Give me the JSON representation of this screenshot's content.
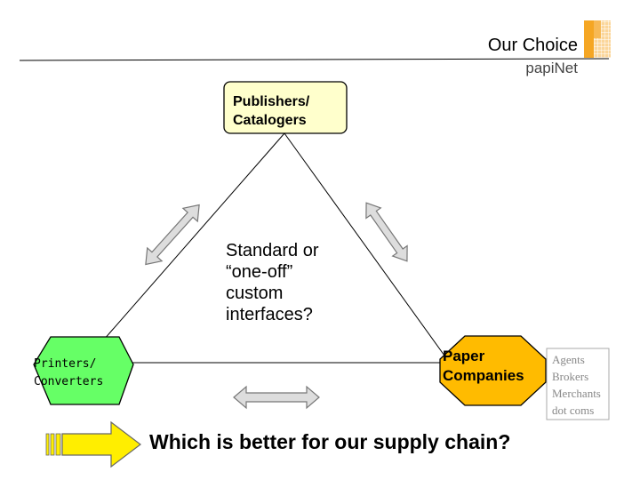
{
  "header": {
    "title": "Our Choice",
    "brand": "papiNet"
  },
  "nodes": {
    "publishers": {
      "lines": [
        "Publishers/",
        "Catalogers"
      ]
    },
    "printers": {
      "lines": [
        "Printers/",
        "Converters"
      ]
    },
    "paper": {
      "lines": [
        "Paper",
        "Companies"
      ]
    },
    "others": {
      "lines": [
        "Agents",
        "Brokers",
        "Merchants",
        "dot coms"
      ]
    }
  },
  "center_text": {
    "lines": [
      "Standard or",
      "“one-off”",
      "custom",
      "interfaces?"
    ]
  },
  "question": "Which is better for our supply chain?",
  "colors": {
    "publishers_fill": "#ffffcc",
    "printers_fill": "#66ff66",
    "paper_fill": "#ffbb00",
    "arrow_yellow": "#ffee00",
    "arrow_gray": "#dddddd",
    "logo_orange": "#f5a623"
  }
}
